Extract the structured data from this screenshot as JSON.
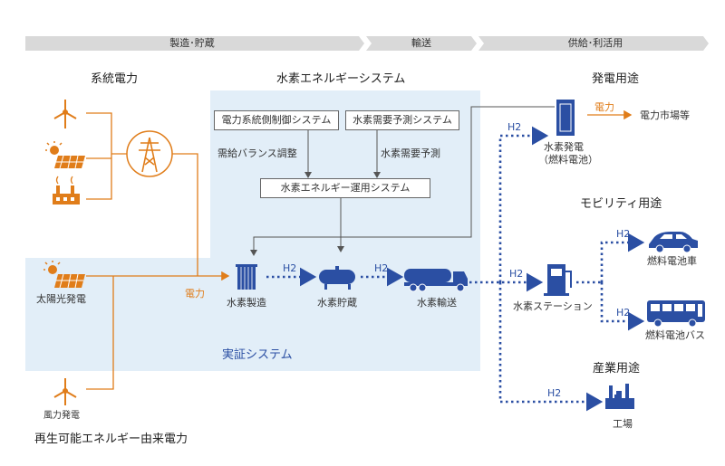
{
  "phases": [
    "製造･貯蔵",
    "輸送",
    "供給･利活用"
  ],
  "sections": {
    "grid_power": "系統電力",
    "hydrogen_energy_system": "水素エネルギーシステム",
    "demo_system": "実証システム",
    "renewable_power": "再生可能エネルギー由来電力",
    "power_generation_use": "発電用途",
    "mobility_use": "モビリティ用途",
    "industrial_use": "産業用途"
  },
  "boxes": {
    "grid_control": "電力系統側制御システム",
    "demand_forecast": "水素需要予測システム",
    "operation": "水素エネルギー運用システム"
  },
  "labels": {
    "supply_demand_balance": "需給バランス調整",
    "demand_forecast_flow": "水素需要予測",
    "solar": "太陽光発電",
    "wind": "風力発電",
    "power": "電力",
    "h2_production": "水素製造",
    "h2_storage": "水素貯蔵",
    "h2_transport": "水素輸送",
    "h2_generation_1": "水素発電",
    "h2_generation_2": "（燃料電池）",
    "power_market": "電力市場等",
    "h2_station": "水素ステーション",
    "fc_car": "燃料電池車",
    "fc_bus": "燃料電池バス",
    "factory": "工場",
    "h2": "H2"
  },
  "colors": {
    "orange": "#e07d1a",
    "navy": "#2b4fa3",
    "panel": "#e2eef8",
    "header_bar": "#d9d9d9"
  },
  "icons": [
    "wind-turbine-icon",
    "solar-panel-icon",
    "factory-power-icon",
    "pylon-icon",
    "electrolyzer-icon",
    "storage-tank-icon",
    "tanker-truck-icon",
    "fuel-cell-icon",
    "hydrogen-station-icon",
    "car-icon",
    "bus-icon",
    "factory-icon"
  ]
}
